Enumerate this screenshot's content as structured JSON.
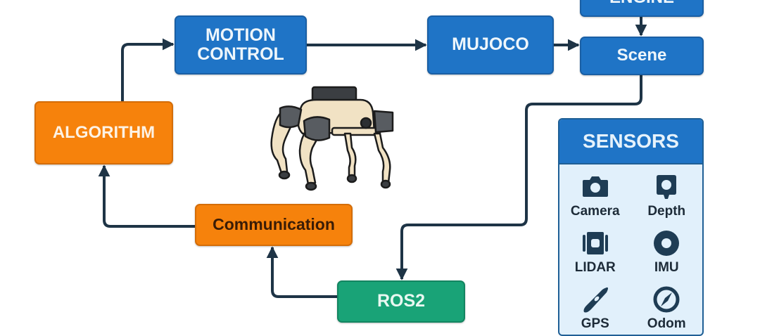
{
  "diagram": {
    "nodes": {
      "engine": {
        "label": "ENGINE"
      },
      "scene": {
        "label": "Scene"
      },
      "mujoco": {
        "label": "MUJOCO"
      },
      "motion_control": {
        "line1": "MOTION",
        "line2": "CONTROL"
      },
      "algorithm": {
        "label": "ALGORITHM"
      },
      "communication": {
        "label": "Communication"
      },
      "ros2": {
        "label": "ROS2"
      }
    },
    "edges": [
      {
        "from": "algorithm",
        "to": "motion_control"
      },
      {
        "from": "motion_control",
        "to": "mujoco"
      },
      {
        "from": "mujoco",
        "to": "scene"
      },
      {
        "from": "engine",
        "to": "scene"
      },
      {
        "from": "scene",
        "to": "ros2"
      },
      {
        "from": "ros2",
        "to": "communication"
      },
      {
        "from": "communication",
        "to": "algorithm"
      }
    ],
    "sensors": {
      "title": "SENSORS",
      "items": [
        {
          "label": "Camera",
          "icon": "camera-icon"
        },
        {
          "label": "Depth",
          "icon": "depth-camera-icon"
        },
        {
          "label": "LIDAR",
          "icon": "lidar-icon"
        },
        {
          "label": "IMU",
          "icon": "imu-icon"
        },
        {
          "label": "GPS",
          "icon": "gps-icon"
        },
        {
          "label": "Odom",
          "icon": "compass-icon"
        }
      ]
    },
    "illustration": "quadruped-robot",
    "colors": {
      "blue": "#1f74c6",
      "orange": "#f6820c",
      "green": "#19a377",
      "arrow": "#1e3446",
      "sensor_panel": "#e1f0fb"
    }
  }
}
